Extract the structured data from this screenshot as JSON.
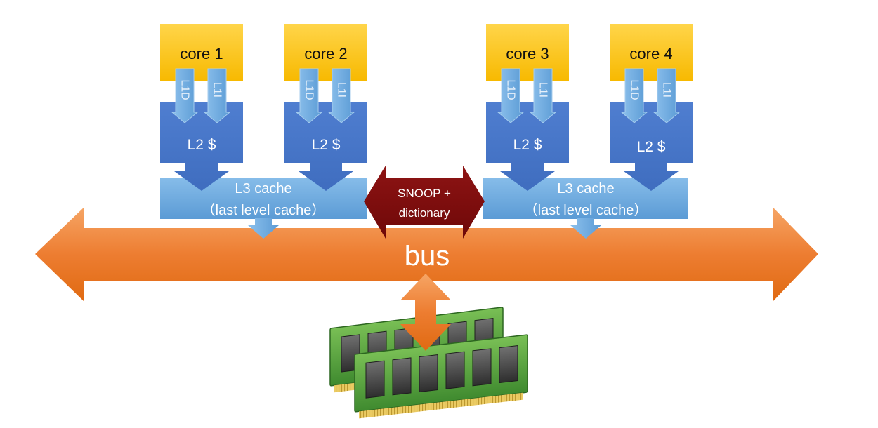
{
  "diagram": {
    "cores": [
      {
        "label": "core 1",
        "l1d": "L1D",
        "l1i": "L1I",
        "l2": "L2 $"
      },
      {
        "label": "core 2",
        "l1d": "L1D",
        "l1i": "L1I",
        "l2": "L2 $"
      },
      {
        "label": "core 3",
        "l1d": "L1D",
        "l1i": "L1I",
        "l2": "L2 $"
      },
      {
        "label": "core 4",
        "l1d": "L1D",
        "l1i": "L1I",
        "l2": "L2 $"
      }
    ],
    "l3_caches": [
      {
        "title": "L3 cache",
        "subtitle": "（last level cache）"
      },
      {
        "title": "L3 cache",
        "subtitle": "（last level cache）"
      }
    ],
    "interconnect": {
      "line1": "SNOOP +",
      "line2": "dictionary"
    },
    "bus": {
      "label": "bus"
    },
    "memory": {
      "icon": "ram-modules-icon"
    },
    "colors": {
      "core": "#F7B900",
      "l1_arrow": "#5B9BD5",
      "l2_cache": "#3F6DBF",
      "l3_cache": "#5B9BD5",
      "bus": "#ED7D31",
      "snoop": "#6E0808",
      "memory_board": "#3F8A2F"
    }
  }
}
